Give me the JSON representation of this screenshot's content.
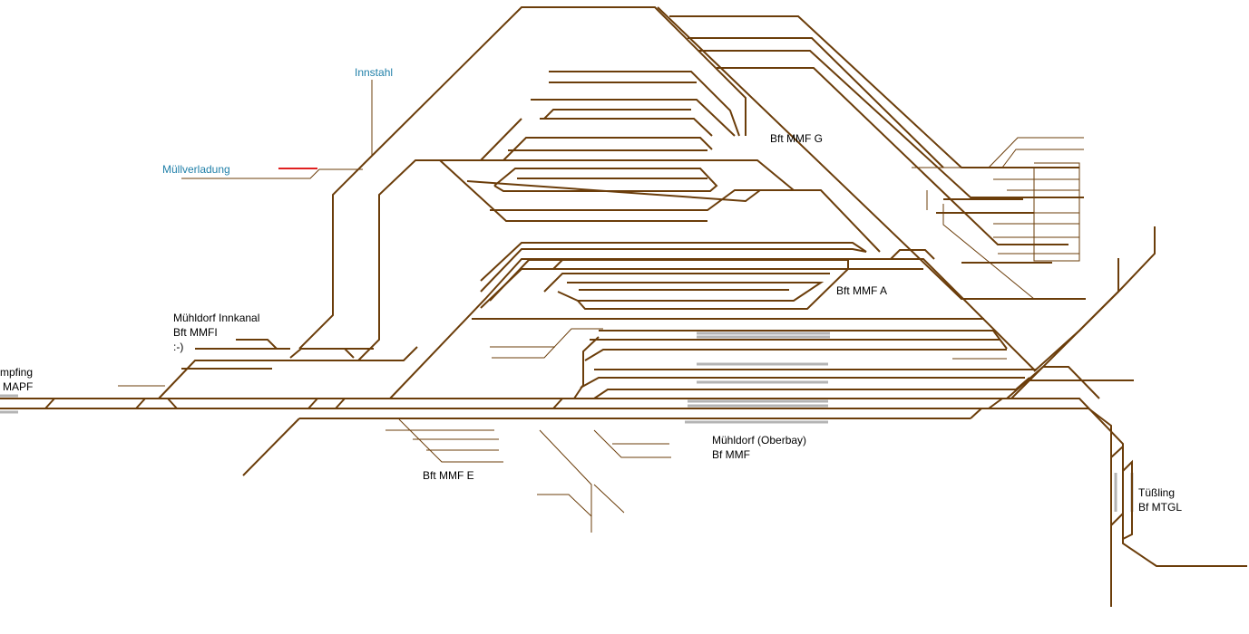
{
  "labels": {
    "innstahl": "Innstahl",
    "muellverladung": "Müllverladung",
    "bft_mmf_g": "Bft MMF G",
    "bft_mmf_a": "Bft MMF A",
    "innkanal_1": "Mühldorf Innkanal",
    "innkanal_2": "Bft MMFI",
    "innkanal_3": ":-)",
    "ampfing_1": "mpfing",
    "ampfing_2": "MAPF",
    "bft_mmf_e": "Bft MMF E",
    "muehldorf_1": "Mühldorf (Oberbay)",
    "muehldorf_2": "Bf MMF",
    "tuessling_1": "Tüßling",
    "tuessling_2": "Bf MTGL"
  },
  "colors": {
    "track": "#6b3d0a",
    "platform": "#b4b4b4",
    "link_label": "#1f7fa8",
    "signal_red": "#e02020"
  }
}
